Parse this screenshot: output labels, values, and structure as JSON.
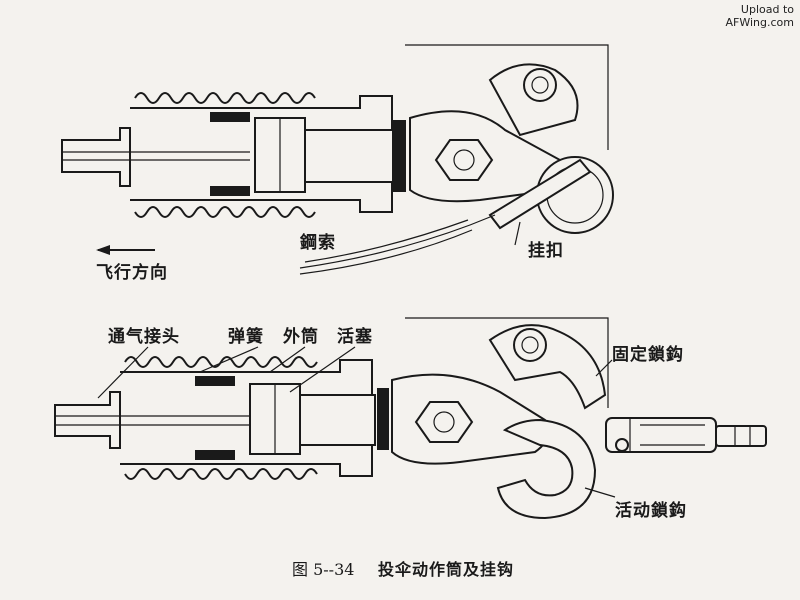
{
  "watermark": {
    "line1": "Upload to",
    "line2": "AFWing.com"
  },
  "top": {
    "direction_label": "飞行方向",
    "cable_label": "鋼索",
    "clasp_label": "挂扣"
  },
  "bottom": {
    "vent_connector_label": "通气接头",
    "spring_label": "弹簧",
    "outer_tube_label": "外筒",
    "piston_label": "活塞",
    "fixed_hook_label": "固定鎖鈎",
    "movable_hook_label": "活动鎖鈎"
  },
  "caption": {
    "number": "图 5--34",
    "title": "投伞动作筒及挂钩"
  }
}
